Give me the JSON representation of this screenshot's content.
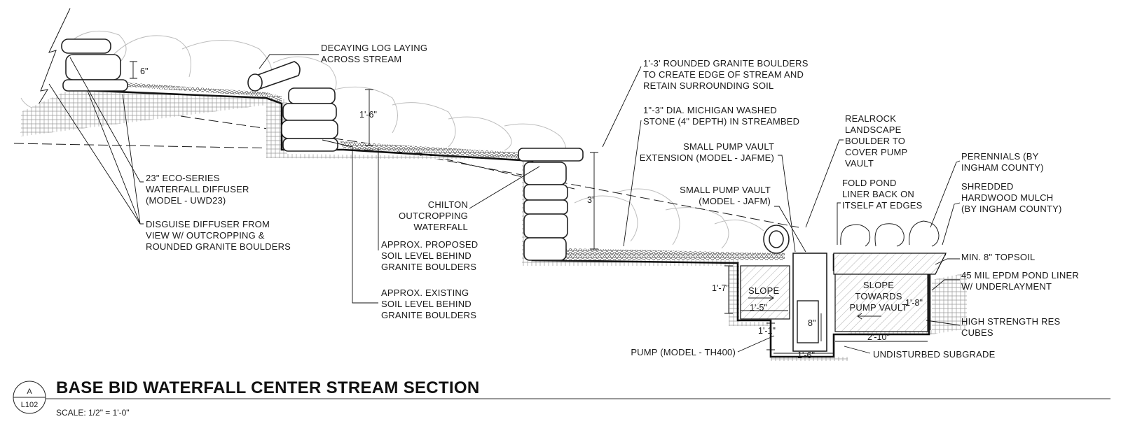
{
  "title": "BASE BID WATERFALL CENTER STREAM SECTION",
  "scale": "SCALE: 1/2\" = 1'-0\"",
  "section_bubble": {
    "top": "A",
    "bottom": "L102"
  },
  "labels": {
    "decaying_log": [
      "DECAYING LOG LAYING",
      "ACROSS STREAM"
    ],
    "granite_boulders": [
      "1'-3' ROUNDED GRANITE BOULDERS",
      "TO CREATE EDGE OF STREAM AND",
      "RETAIN SURROUNDING SOIL"
    ],
    "washed_stone": [
      "1\"-3\" DIA. MICHIGAN WASHED",
      "STONE (4\" DEPTH) IN STREAMBED"
    ],
    "realrock": [
      "REALROCK",
      "LANDSCAPE",
      "BOULDER TO",
      "COVER PUMP",
      "VAULT"
    ],
    "vault_extension": [
      "SMALL PUMP VAULT",
      "EXTENSION (MODEL - JAFME)"
    ],
    "pump_vault": [
      "SMALL PUMP VAULT",
      "(MODEL - JAFM)"
    ],
    "fold_liner": [
      "FOLD POND",
      "LINER BACK ON",
      "ITSELF AT EDGES"
    ],
    "perennials": [
      "PERENNIALS (BY",
      "INGHAM COUNTY)"
    ],
    "mulch": [
      "SHREDDED",
      "HARDWOOD MULCH",
      "(BY INGHAM COUNTY)"
    ],
    "topsoil": [
      "MIN. 8\" TOPSOIL"
    ],
    "pond_liner": [
      "45 MIL EPDM POND LINER",
      "W/ UNDERLAYMENT"
    ],
    "res_cubes": [
      "HIGH STRENGTH RES",
      "CUBES"
    ],
    "subgrade": [
      "UNDISTURBED SUBGRADE"
    ],
    "pump": [
      "PUMP  (MODEL - TH400)"
    ],
    "diffuser": [
      "23\" ECO-SERIES",
      "WATERFALL DIFFUSER",
      "(MODEL - UWD23)"
    ],
    "disguise": [
      "DISGUISE DIFFUSER FROM",
      "VIEW W/ OUTCROPPING &",
      "ROUNDED GRANITE BOULDERS"
    ],
    "chilton": [
      "CHILTON",
      "OUTCROPPING",
      "WATERFALL"
    ],
    "proposed_soil": [
      "APPROX. PROPOSED",
      "SOIL LEVEL BEHIND",
      "GRANITE BOULDERS"
    ],
    "existing_soil": [
      "APPROX. EXISTING",
      "SOIL LEVEL BEHIND",
      "GRANITE BOULDERS"
    ],
    "slope_left": [
      "SLOPE"
    ],
    "slope_right": [
      "SLOPE",
      "TOWARDS",
      "PUMP VAULT"
    ]
  },
  "dimensions": {
    "d_6in": "6\"",
    "d_1_6": "1'-6\"",
    "d_3": "3'",
    "d_1_7": "1'-7\"",
    "d_1_5": "1'-5\"",
    "d_1_1": "1'-1\"",
    "d_8in": "8\"",
    "d_1_6b": "1'-6\"",
    "d_2_10": "2'-10\"",
    "d_1_8": "1'-8\""
  }
}
